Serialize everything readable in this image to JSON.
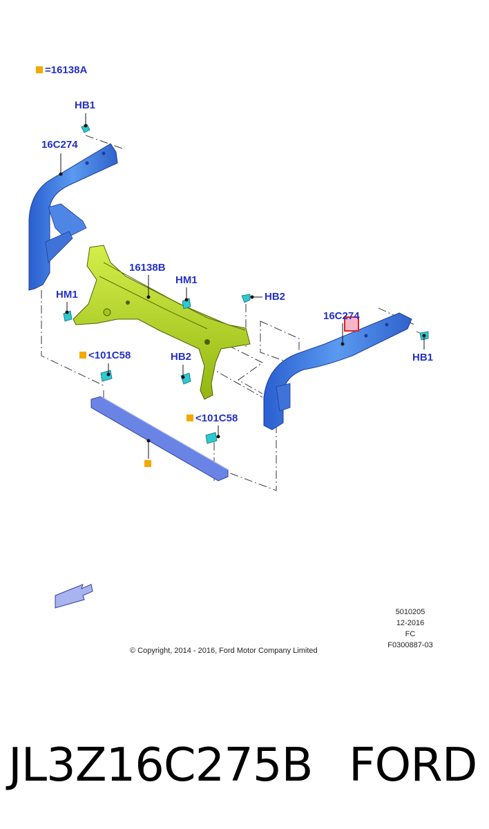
{
  "legend": {
    "symbol_color": "#f5a800",
    "equals": "=",
    "part": "16138A"
  },
  "callouts": {
    "hb1_top": "HB1",
    "bracket_left": "16C274",
    "hm1_left": "HM1",
    "support": "16138B",
    "hm1_mid": "HM1",
    "hb2_right": "HB2",
    "bracket_right": "16C274",
    "hb1_right": "HB1",
    "nut_left": "<101C58",
    "hb2_low": "HB2",
    "nut_right": "<101C58"
  },
  "meta": {
    "line1": "5010205",
    "line2": "12-2016",
    "line3": "FC",
    "line4": "F0300887-03",
    "copyright": "© Copyright, 2014 - 2016, Ford Motor Company Limited"
  },
  "part_number": "JL3Z16C275B",
  "brand": "FORD",
  "colors": {
    "bracket_blue": "#3a78e0",
    "support_green": "#b6d81e",
    "crossmember": "#6a84e6",
    "fastener": "#2ec8d0",
    "callout_text": "#2430c8",
    "highlight_box": "#e02020",
    "arrow": "#a8b4f0"
  }
}
